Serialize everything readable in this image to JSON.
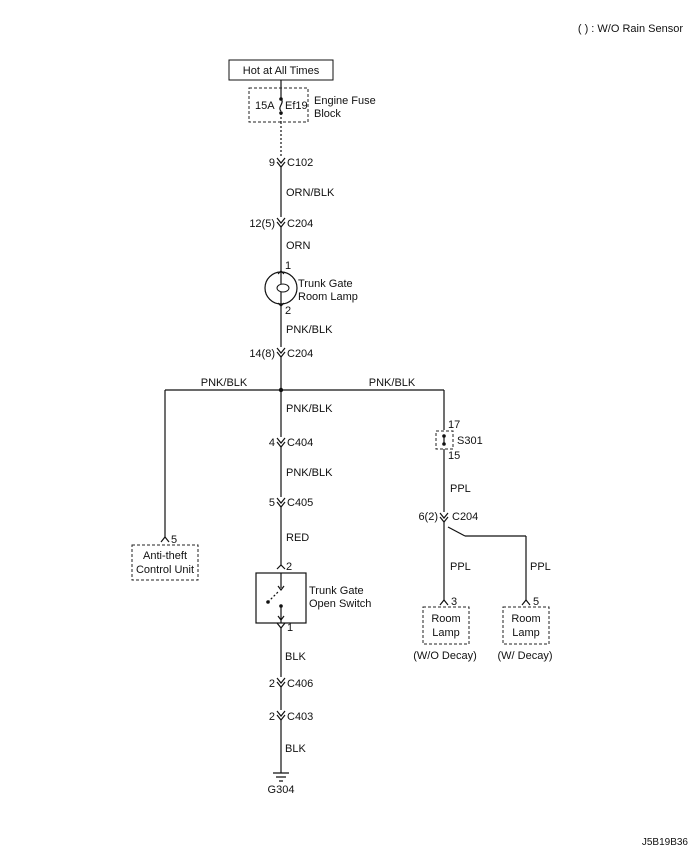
{
  "legend_note": "( ) : W/O Rain Sensor",
  "drawing_id": "J5B19B36",
  "power_label": "Hot at All Times",
  "fuse": {
    "rating": "15A",
    "id": "Ef19",
    "block_line1": "Engine Fuse",
    "block_line2": "Block"
  },
  "wires": {
    "orn_blk": "ORN/BLK",
    "orn": "ORN",
    "pnk_blk_a": "PNK/BLK",
    "pnk_blk_left": "PNK/BLK",
    "pnk_blk_right": "PNK/BLK",
    "pnk_blk_b": "PNK/BLK",
    "pnk_blk_c": "PNK/BLK",
    "red": "RED",
    "blk_a": "BLK",
    "blk_b": "BLK",
    "ppl_a": "PPL",
    "ppl_b": "PPL",
    "ppl_c": "PPL"
  },
  "connectors": {
    "c102": {
      "pin": "9",
      "name": "C102"
    },
    "c204_a": {
      "pin": "12(5)",
      "name": "C204"
    },
    "c204_b": {
      "pin": "14(8)",
      "name": "C204"
    },
    "c404": {
      "pin": "4",
      "name": "C404"
    },
    "c405": {
      "pin": "5",
      "name": "C405"
    },
    "c204_c": {
      "pin": "6(2)",
      "name": "C204"
    },
    "c406": {
      "pin": "2",
      "name": "C406"
    },
    "c403": {
      "pin": "2",
      "name": "C403"
    }
  },
  "trunk_lamp": {
    "line1": "Trunk Gate",
    "line2": "Room Lamp",
    "pin_top": "1",
    "pin_bottom": "2"
  },
  "switch": {
    "line1": "Trunk Gate",
    "line2": "Open Switch",
    "pin_top": "2",
    "pin_bottom": "1"
  },
  "anti_theft": {
    "line1": "Anti-theft",
    "line2": "Control Unit",
    "pin": "5"
  },
  "splice": {
    "name": "S301",
    "pin_top": "17",
    "pin_bottom": "15"
  },
  "room_lamp_a": {
    "line1": "Room",
    "line2": "Lamp",
    "pin": "3",
    "caption": "(W/O Decay)"
  },
  "room_lamp_b": {
    "line1": "Room",
    "line2": "Lamp",
    "pin": "5",
    "caption": "(W/ Decay)"
  },
  "ground": "G304"
}
